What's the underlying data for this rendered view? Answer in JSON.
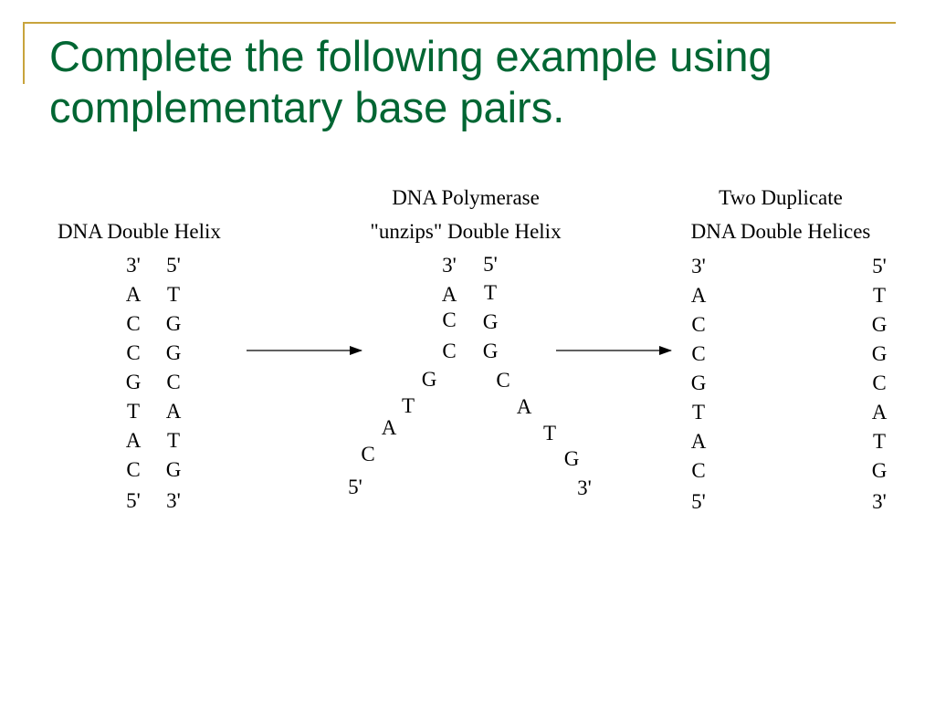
{
  "slide": {
    "title_line1": "Complete the following example using",
    "title_line2": "complementary base pairs."
  },
  "panels": {
    "left": {
      "heading": "DNA Double Helix",
      "strand_a": [
        "3'",
        "A",
        "C",
        "C",
        "G",
        "T",
        "A",
        "C",
        "5'"
      ],
      "strand_b": [
        "5'",
        "T",
        "G",
        "G",
        "C",
        "A",
        "T",
        "G",
        "3'"
      ]
    },
    "middle": {
      "heading_line1": "DNA Polymerase",
      "heading_line2": "\"unzips\" Double Helix",
      "strand_a": [
        "3'",
        "A",
        "C",
        "C",
        "G",
        "T",
        "A",
        "C",
        "5'"
      ],
      "strand_b": [
        "5'",
        "T",
        "G",
        "G",
        "C",
        "A",
        "T",
        "G",
        "3'"
      ]
    },
    "right": {
      "heading_line1": "Two Duplicate",
      "heading_line2": "DNA Double Helices",
      "strand_a": [
        "3'",
        "A",
        "C",
        "C",
        "G",
        "T",
        "A",
        "C",
        "5'"
      ],
      "strand_b": [
        "5'",
        "T",
        "G",
        "G",
        "C",
        "A",
        "T",
        "G",
        "3'"
      ]
    }
  },
  "colors": {
    "title": "#006633",
    "accent_rule": "#c8a43c",
    "text": "#000000"
  }
}
